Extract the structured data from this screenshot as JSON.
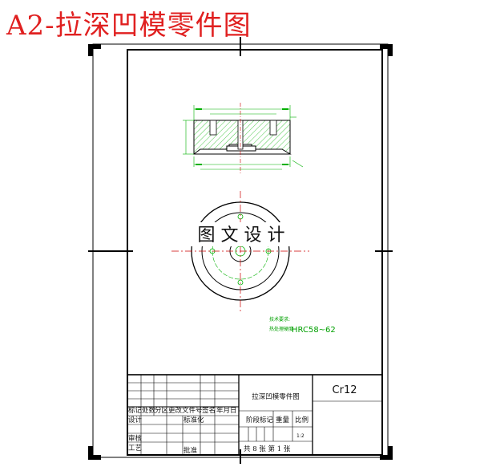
{
  "page_title": "A2-拉深凹模零件图",
  "watermark": "图 文 设 计",
  "notes": {
    "line1": "技术要求:",
    "line2": "热处理硬度",
    "hardness": "HRC58~62"
  },
  "title_block": {
    "part_name": "拉深凹模零件图",
    "material": "Cr12",
    "row_labels": [
      "标记",
      "处数",
      "分区",
      "更改文件号",
      "签名",
      "年月日"
    ],
    "design": "设计",
    "standardize": "标准化",
    "review": "审核",
    "process": "工艺",
    "approve": "批准",
    "stage_mark": "阶段标记",
    "weight": "重量",
    "ratio": "比例",
    "ratio_value": "1:2",
    "sheet_info": "共 8 张  第 1 张"
  }
}
